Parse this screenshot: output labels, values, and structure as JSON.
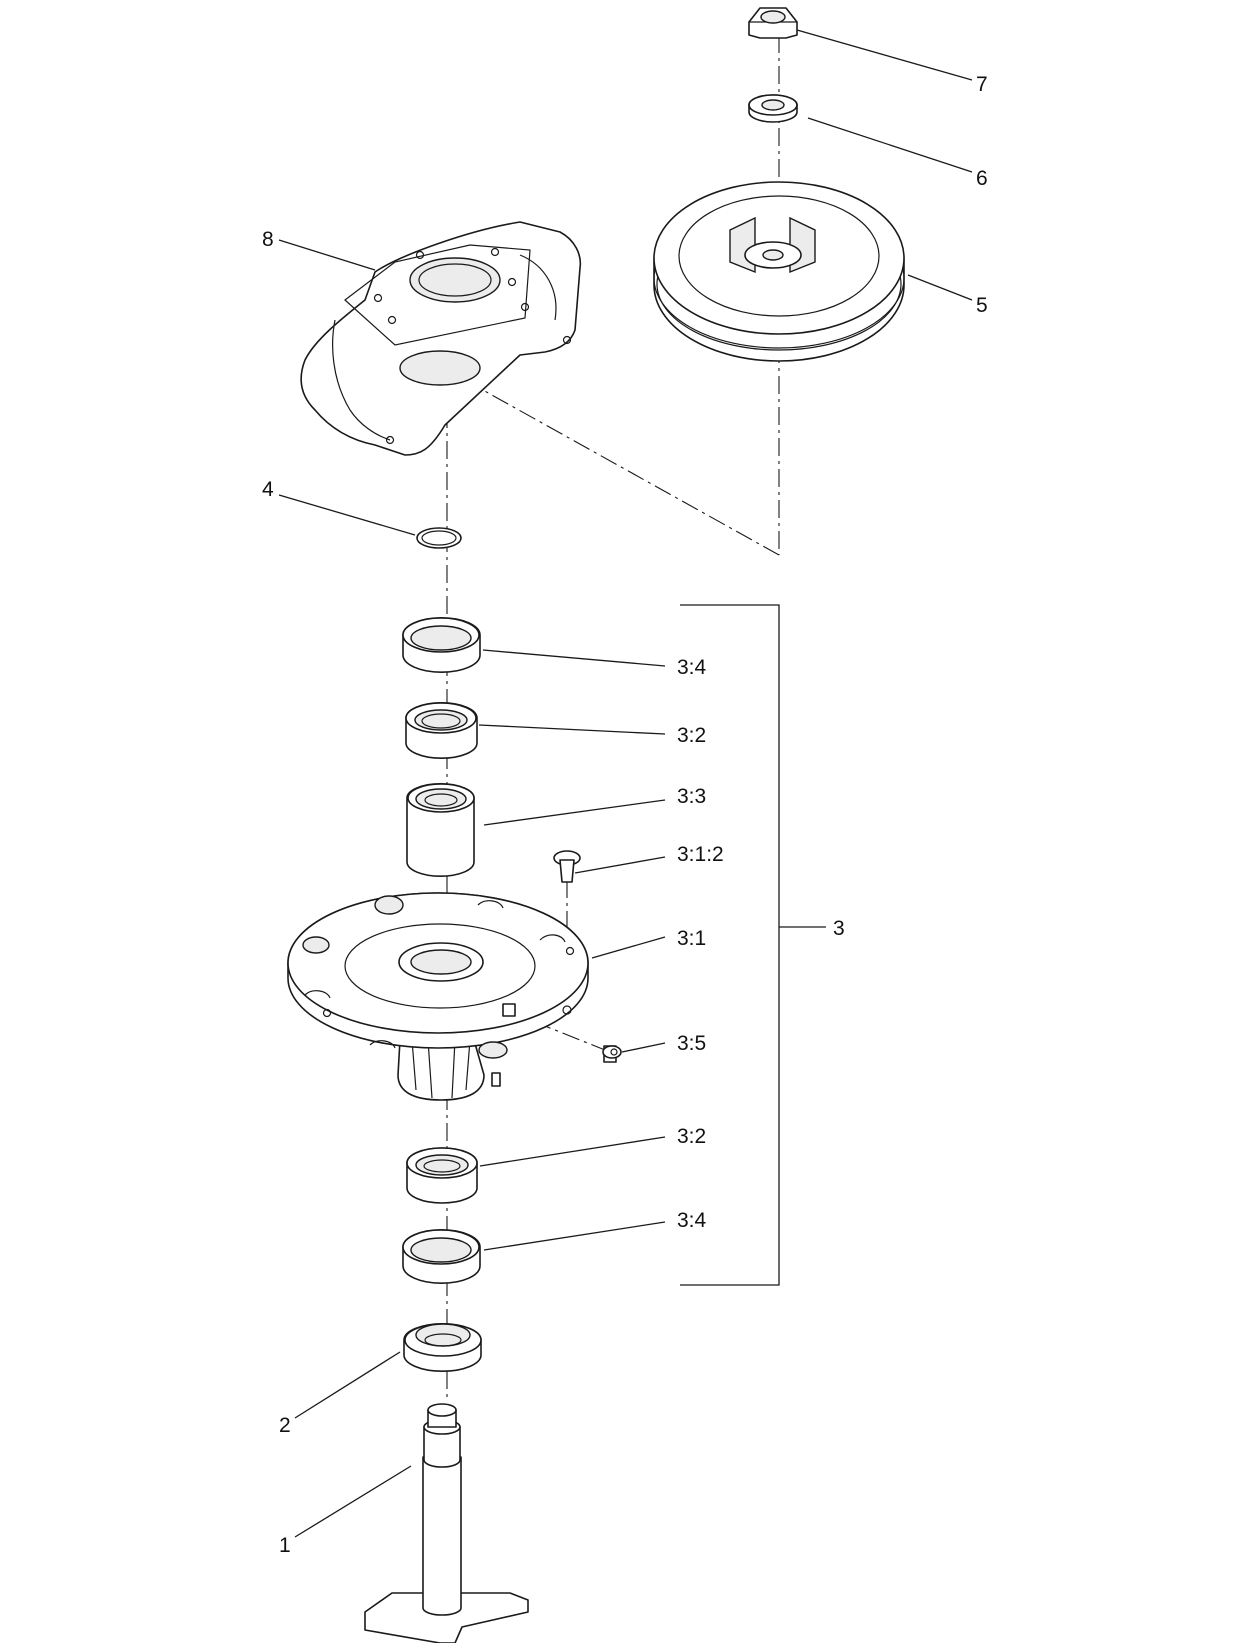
{
  "callouts": {
    "c1": "1",
    "c2": "2",
    "c3": "3",
    "c3_1": "3:1",
    "c3_1_2": "3:1:2",
    "c3_2_top": "3:2",
    "c3_2_bottom": "3:2",
    "c3_3": "3:3",
    "c3_4_top": "3:4",
    "c3_4_bottom": "3:4",
    "c3_5": "3:5",
    "c4": "4",
    "c5": "5",
    "c6": "6",
    "c7": "7",
    "c8": "8"
  },
  "colors": {
    "line": "#1a1a1a",
    "background": "#ffffff",
    "shade": "#ececec"
  }
}
